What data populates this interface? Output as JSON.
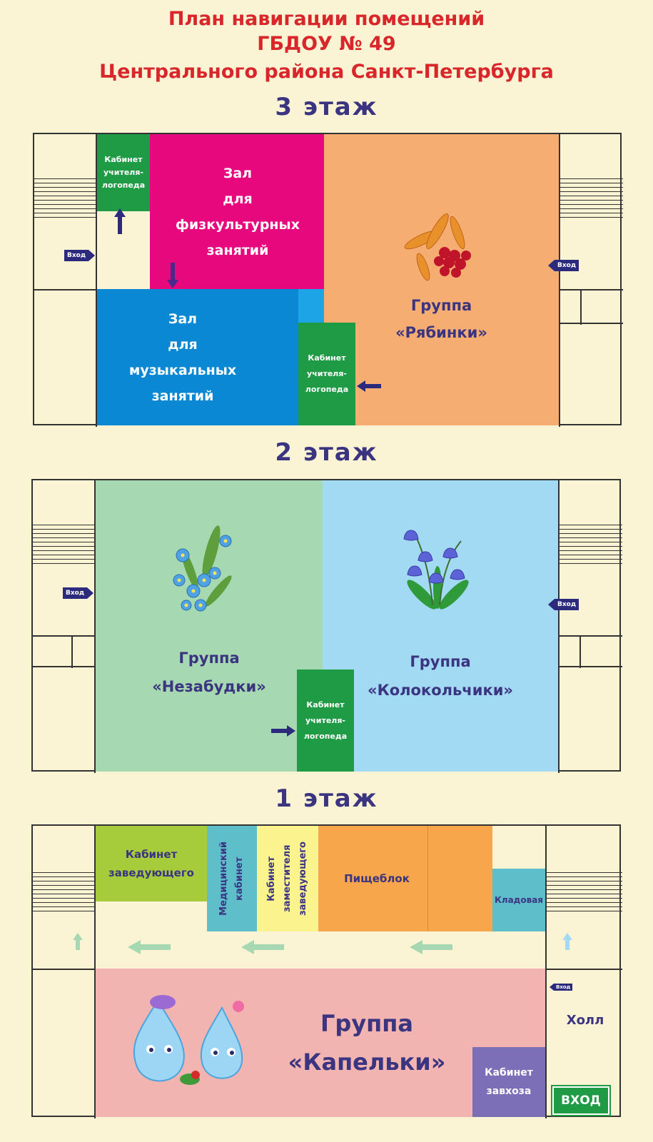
{
  "header": {
    "line1": "План навигации помещений",
    "line2": "ГБДОУ № 49",
    "line3": "Центрального района Санкт-Петербурга"
  },
  "floors": {
    "third": {
      "label": "3 этаж",
      "rooms": {
        "speech_top": [
          "Кабинет",
          "учителя-",
          "логопеда"
        ],
        "gym": [
          "Зал",
          "для",
          "физкультурных",
          "занятий"
        ],
        "music": [
          "Зал",
          "для",
          "музыкальных",
          "занятий"
        ],
        "speech_bottom": [
          "Кабинет",
          "учителя-",
          "логопеда"
        ],
        "group": [
          "Группа",
          "«Рябинки»"
        ]
      },
      "entry_left": "Вход",
      "entry_right": "Вход"
    },
    "second": {
      "label": "2 этаж",
      "rooms": {
        "group_left": [
          "Группа",
          "«Незабудки»"
        ],
        "speech": [
          "Кабинет",
          "учителя-",
          "логопеда"
        ],
        "group_right": [
          "Группа",
          "«Колокольчики»"
        ]
      },
      "entry_left": "Вход",
      "entry_right": "Вход"
    },
    "first": {
      "label": "1 этаж",
      "rooms": {
        "head_office": [
          "Кабинет",
          "заведующего"
        ],
        "medical": [
          "Медицинский",
          "кабинет"
        ],
        "deputy": [
          "Кабинет",
          "заместителя",
          "заведующего"
        ],
        "kitchen": "Пищеблок",
        "storage": "Кладовая",
        "group": [
          "Группа",
          "«Капельки»"
        ],
        "supply": [
          "Кабинет",
          "завхоза"
        ],
        "hall": "Холл"
      },
      "entry_small": "Вход",
      "main_entry": "ВХОД"
    }
  },
  "colors": {
    "background": "#fbf4d4",
    "title_red": "#d9262b",
    "label_blue": "#3b3480",
    "magenta": "#e8087e",
    "blue": "#0a88d4",
    "green": "#1f9a45",
    "peach": "#f6ad72",
    "mint": "#a6d9b1",
    "sky": "#a2d9f3",
    "olive": "#a6cb3b",
    "teal": "#5ebfcb",
    "yellow": "#fbf38e",
    "orange": "#f7a64b",
    "pink": "#f2b4b0",
    "purple": "#7c6fb8"
  },
  "icons": [
    "rowan-berries-icon",
    "forget-me-not-icon",
    "bluebell-icon",
    "water-drops-icon"
  ]
}
